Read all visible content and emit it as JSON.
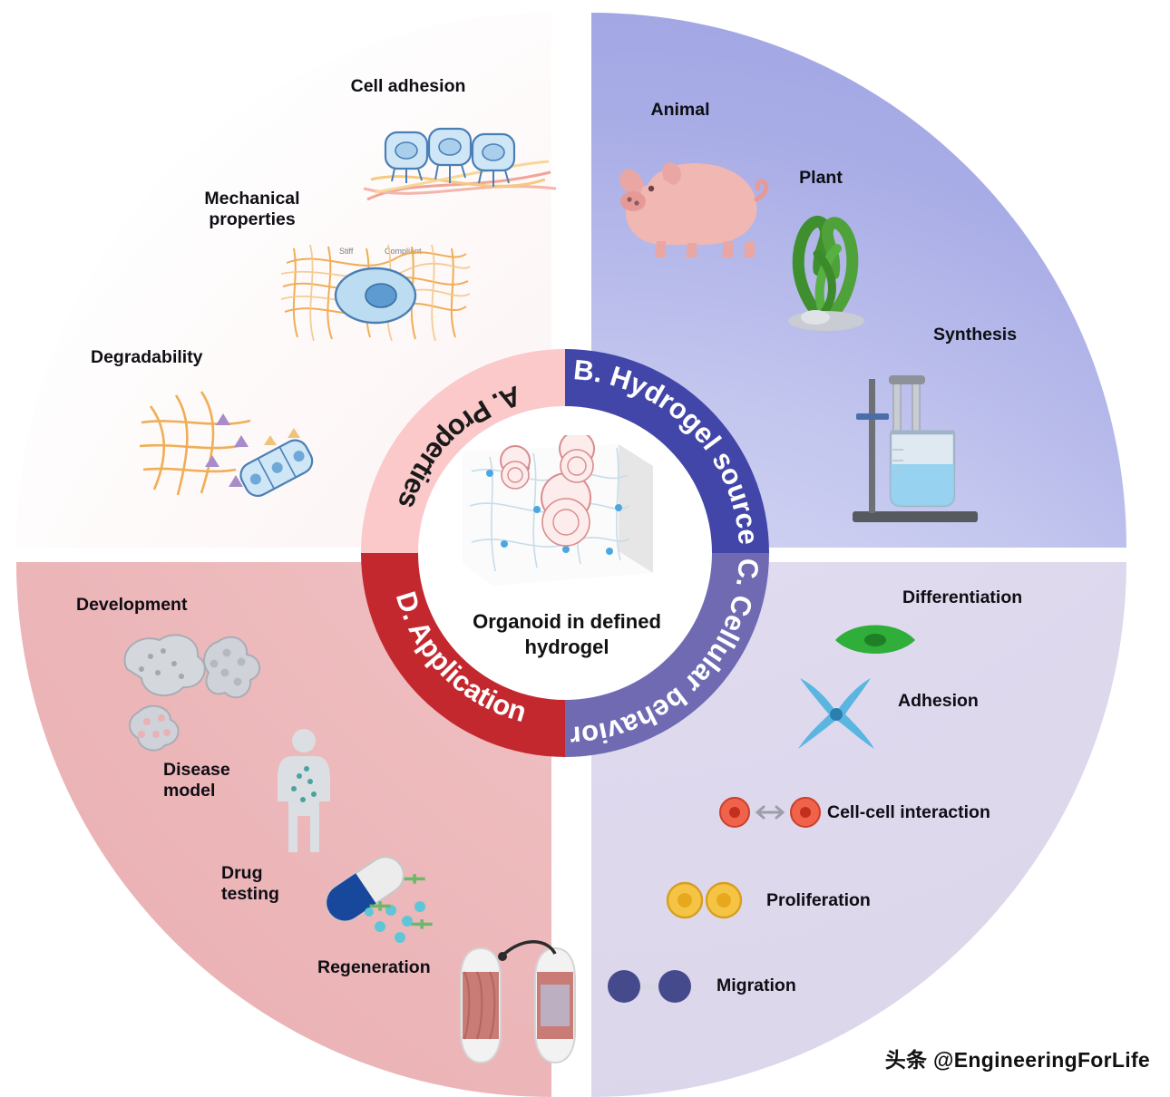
{
  "figure": {
    "center_caption_line1": "Organoid in defined",
    "center_caption_line2": "hydrogel",
    "watermark": "头条 @EngineeringForLife"
  },
  "quadrants": [
    {
      "id": "A",
      "ring_label": "A.  Properties",
      "ring_color": "#fbc9ca",
      "fill_color": "#fdf0f1",
      "items": [
        {
          "label": "Cell adhesion",
          "icon": "cells-on-fibers-icon"
        },
        {
          "label": "Mechanical\nproperties",
          "icon": "cell-in-matrix-icon"
        },
        {
          "label": "Degradability",
          "icon": "degrading-fibers-icon"
        }
      ],
      "sublabels": [
        "Stiff",
        "Compliant"
      ]
    },
    {
      "id": "B",
      "ring_label": "B.  Hydrogel source",
      "ring_color": "#4246a8",
      "fill_color": "#a9ade6",
      "items": [
        {
          "label": "Animal",
          "icon": "pig-icon"
        },
        {
          "label": "Plant",
          "icon": "seaweed-icon"
        },
        {
          "label": "Synthesis",
          "icon": "beaker-stand-icon"
        }
      ]
    },
    {
      "id": "C",
      "ring_label": "C. Cellular behavior",
      "ring_color": "#6f6ab2",
      "fill_color": "#ddd7ec",
      "items": [
        {
          "label": "Differentiation",
          "icon": "green-spindle-cell-icon"
        },
        {
          "label": "Adhesion",
          "icon": "blue-star-cell-icon"
        },
        {
          "label": "Cell-cell interaction",
          "icon": "two-red-cells-arrow-icon"
        },
        {
          "label": "Proliferation",
          "icon": "two-yellow-cells-icon"
        },
        {
          "label": "Migration",
          "icon": "two-navy-cells-icon"
        }
      ]
    },
    {
      "id": "D",
      "ring_label": "D.  Application",
      "ring_color": "#c4282f",
      "fill_color": "#eeb9bb",
      "items": [
        {
          "label": "Development",
          "icon": "organoid-development-icon"
        },
        {
          "label": "Disease\nmodel",
          "icon": "human-body-icon"
        },
        {
          "label": "Drug\ntesting",
          "icon": "capsule-pill-icon"
        },
        {
          "label": "Regeneration",
          "icon": "muscle-regeneration-icon"
        }
      ]
    }
  ]
}
